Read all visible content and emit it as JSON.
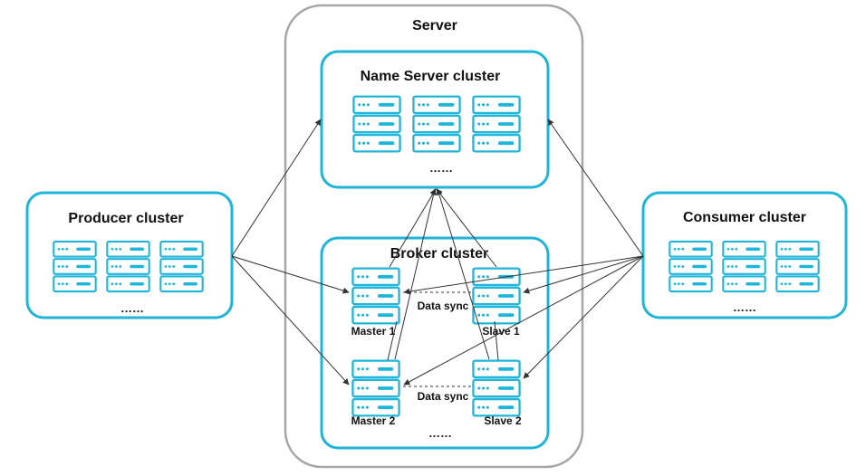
{
  "server": {
    "title": "Server"
  },
  "name_server": {
    "title": "Name Server cluster",
    "ellipsis": "……"
  },
  "broker": {
    "title": "Broker cluster",
    "ellipsis": "……",
    "master1": "Master 1",
    "slave1": "Slave 1",
    "master2": "Master 2",
    "slave2": "Slave 2",
    "sync1": "Data sync",
    "sync2": "Data sync"
  },
  "producer": {
    "title": "Producer cluster",
    "ellipsis": "……"
  },
  "consumer": {
    "title": "Consumer cluster",
    "ellipsis": "……"
  },
  "colors": {
    "accent": "#1fb5d9",
    "server_border": "#a6a6a6",
    "arrow": "#333333"
  },
  "icons": {
    "server": "server-rack-icon"
  }
}
